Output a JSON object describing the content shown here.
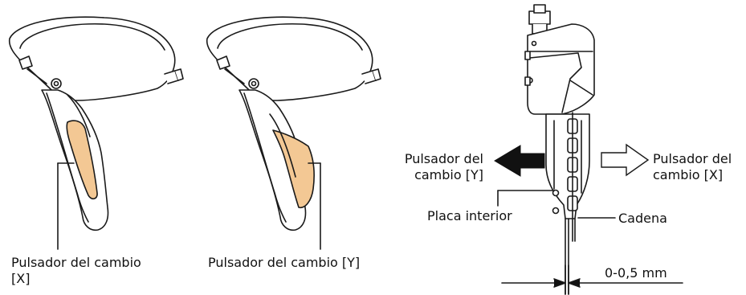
{
  "labels": {
    "left_lever_caption": [
      "Pulsador del cambio",
      "[X]"
    ],
    "middle_lever_caption": "Pulsador del cambio [Y]",
    "arrow_left_label": [
      "Pulsador del",
      "cambio [Y]"
    ],
    "arrow_right_label": [
      "Pulsador del",
      "cambio [X]"
    ],
    "inner_plate_label": "Placa interior",
    "chain_label": "Cadena",
    "gap_dimension": "0-0,5 mm"
  },
  "colors": {
    "line": "#1a1a1a",
    "button_highlight": "#f3c894",
    "fill": "#ffffff",
    "arrow_solid": "#111111"
  }
}
